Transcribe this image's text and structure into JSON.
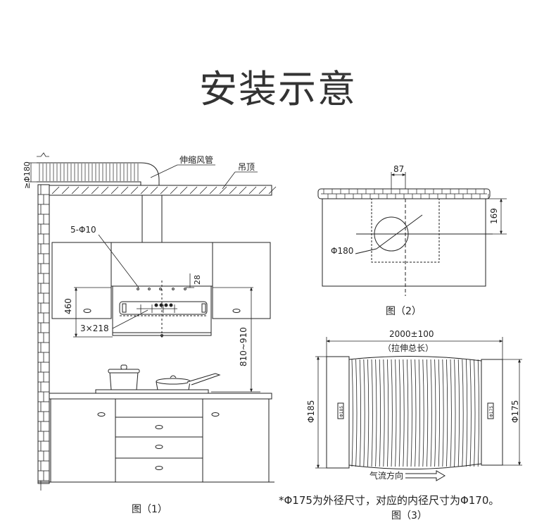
{
  "title": "安装示意",
  "fig1": {
    "caption": "图（1）",
    "label_duct": "伸缩风管",
    "label_ceiling": "吊顶",
    "label_duct_dia": "≥Φ180",
    "label_holes": "5-Φ10",
    "label_28": "28",
    "label_460": "460",
    "label_spacing": "3×218",
    "label_height": "810~910"
  },
  "fig2": {
    "caption": "图（2）",
    "label_87": "87",
    "label_169": "169",
    "label_dia": "Φ180"
  },
  "fig3": {
    "caption": "图（3）",
    "label_length": "2000±100",
    "label_length_note": "（拉伸总长）",
    "label_left_dia": "Φ185",
    "label_right_dia": "Φ175",
    "label_flow": "气流方向",
    "tag_left": "Φ185",
    "tag_right": "Φ175"
  },
  "footnote": "*Φ175为外径尺寸，对应的内径尺寸为Φ170。"
}
